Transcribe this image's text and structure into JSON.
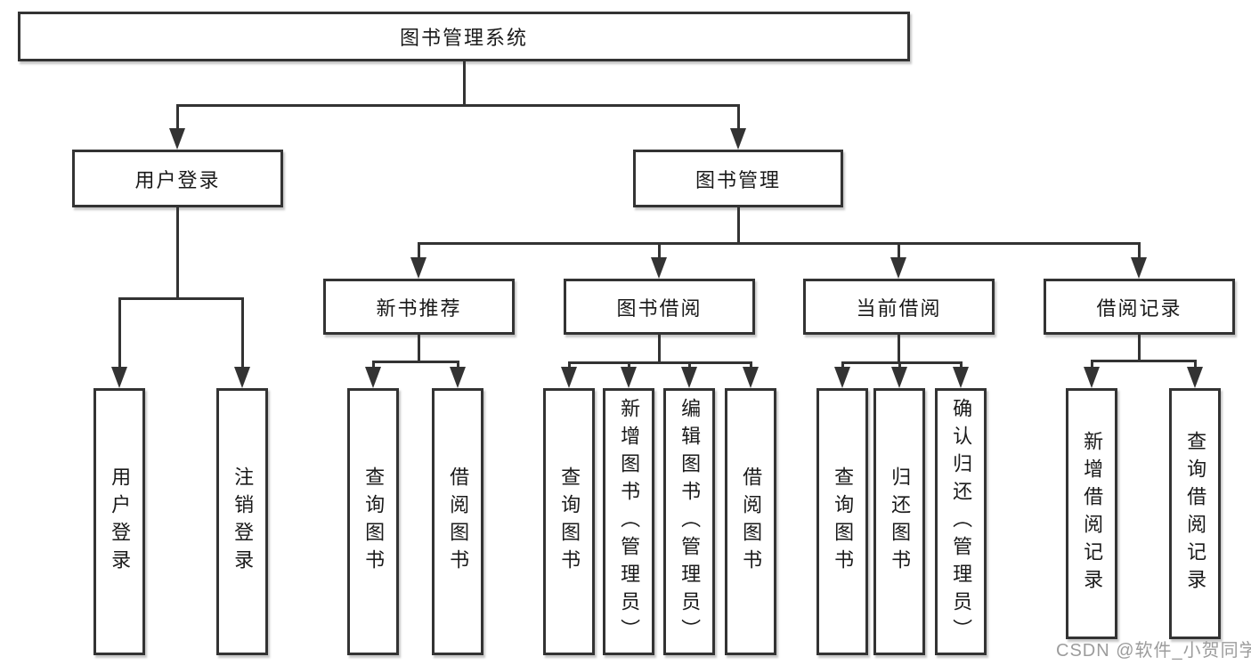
{
  "diagram": {
    "root": {
      "label": "图书管理系统"
    },
    "branches": [
      {
        "label": "用户登录",
        "children": [
          {
            "label": "用户登录"
          },
          {
            "label": "注销登录"
          }
        ]
      },
      {
        "label": "图书管理",
        "children": [
          {
            "label": "新书推荐",
            "children": [
              {
                "label": "查询图书"
              },
              {
                "label": "借阅图书"
              }
            ]
          },
          {
            "label": "图书借阅",
            "children": [
              {
                "label": "查询图书"
              },
              {
                "label": "新增图书（管理员）"
              },
              {
                "label": "编辑图书（管理员）"
              },
              {
                "label": "借阅图书"
              }
            ]
          },
          {
            "label": "当前借阅",
            "children": [
              {
                "label": "查询图书"
              },
              {
                "label": "归还图书"
              },
              {
                "label": "确认归还（管理员）"
              }
            ]
          },
          {
            "label": "借阅记录",
            "children": [
              {
                "label": "新增借阅记录"
              },
              {
                "label": "查询借阅记录"
              }
            ]
          }
        ]
      }
    ]
  },
  "watermark": {
    "text": "CSDN @软件_小贺同学"
  },
  "colors": {
    "line": "#333333",
    "border": "#333333",
    "text": "#1a1a1a",
    "background": "#ffffff",
    "watermark": "#9c9c9c"
  }
}
